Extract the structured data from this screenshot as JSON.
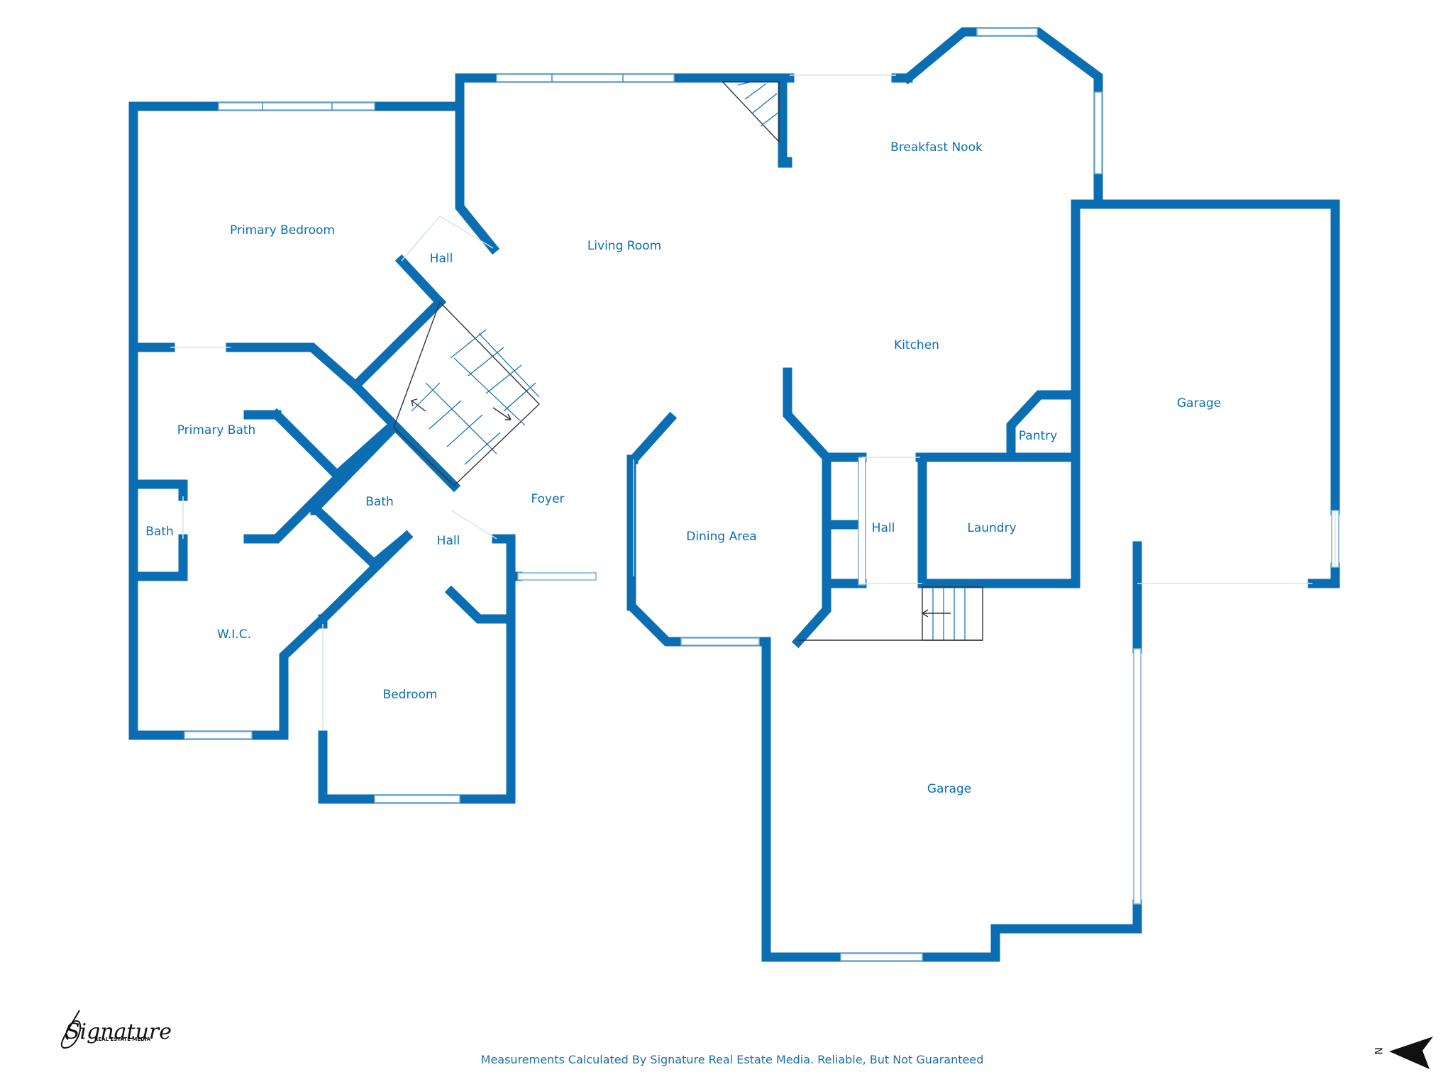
{
  "rooms": {
    "primary_bedroom": "Primary Bedroom",
    "hall_top": "Hall",
    "living_room": "Living Room",
    "breakfast_nook": "Breakfast Nook",
    "kitchen": "Kitchen",
    "garage_right": "Garage",
    "pantry": "Pantry",
    "primary_bath": "Primary Bath",
    "bath_center": "Bath",
    "bath_left": "Bath",
    "foyer": "Foyer",
    "hall_bottom": "Hall",
    "dining_area": "Dining Area",
    "hall_right": "Hall",
    "laundry": "Laundry",
    "wic": "W.I.C.",
    "bedroom": "Bedroom",
    "garage_bottom": "Garage"
  },
  "footer": {
    "disclaimer": "Measurements Calculated By Signature Real Estate Media. Reliable, But Not Guaranteed"
  },
  "logo": {
    "script": "Signature",
    "sub": "REAL ESTATE MEDIA"
  },
  "compass": {
    "letter": "N"
  },
  "colors": {
    "wall": "#0b6eb3",
    "label": "#0b6eb3",
    "background": "#ffffff"
  }
}
